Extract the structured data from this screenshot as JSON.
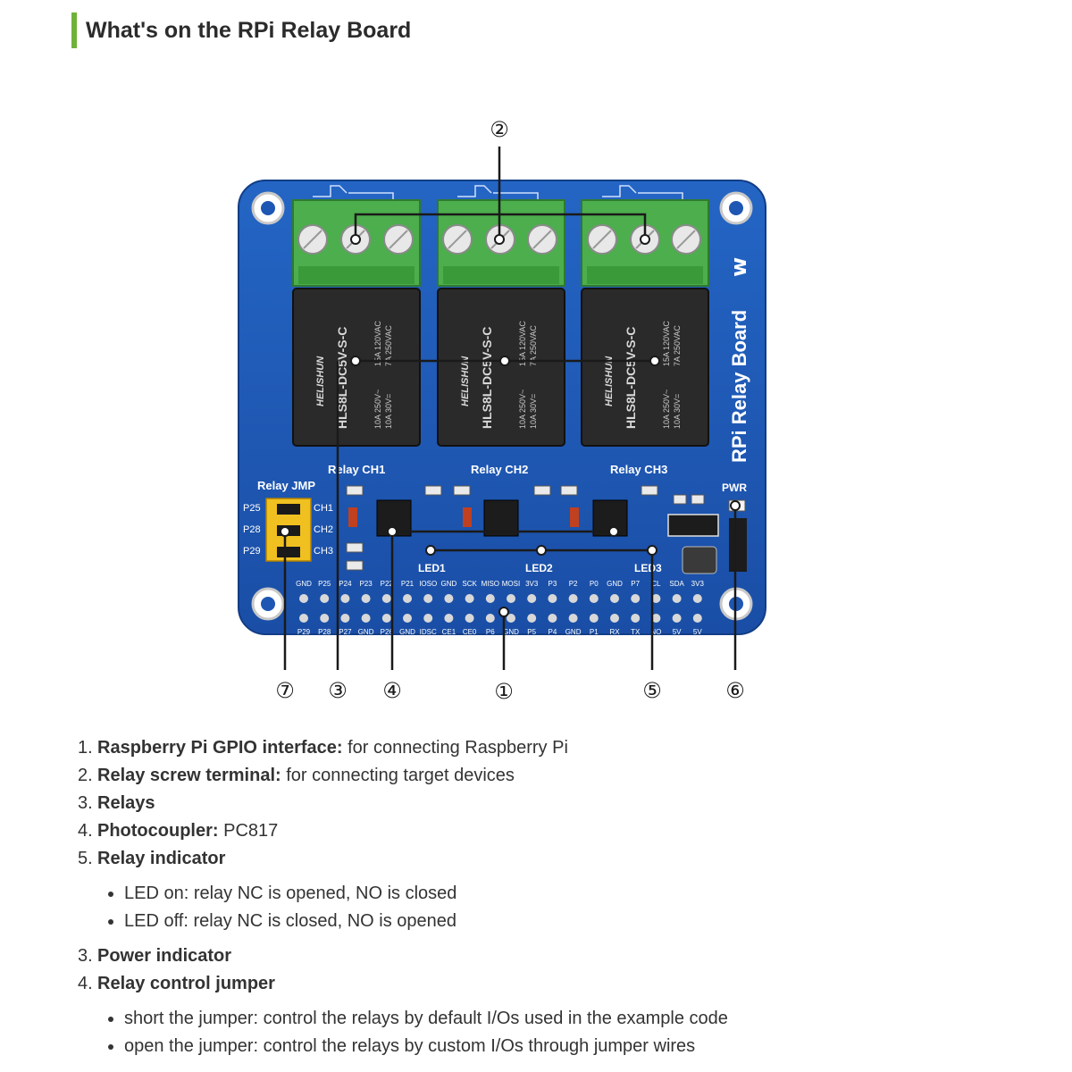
{
  "page": {
    "heading": "What's on the RPi Relay Board"
  },
  "board": {
    "name": "RPi Relay Board",
    "relay_labels": [
      "Relay CH1",
      "Relay CH2",
      "Relay CH3"
    ],
    "relay_model": "HLS8L-DC5V-S-C",
    "relay_brand": "HELISHUN",
    "relay_ratings": [
      "15A 120VAC",
      "7A 250VAC",
      "10A 250V~",
      "10A 30V="
    ],
    "jumper_label": "Relay JMP",
    "jumper_pins": [
      "P25",
      "P28",
      "P29"
    ],
    "jumper_channels": [
      "CH1",
      "CH2",
      "CH3"
    ],
    "led_labels": [
      "LED1",
      "LED2",
      "LED3"
    ],
    "pwr_label": "PWR",
    "header_top_pins": [
      "GND",
      "P25",
      "P24",
      "P23",
      "P22",
      "P21",
      "IOSO",
      "GND",
      "SCK",
      "MISO",
      "MOSI",
      "3V3",
      "P3",
      "P2",
      "P0",
      "GND",
      "P7",
      "CL",
      "SDA",
      "3V3"
    ],
    "header_bottom_pins": [
      "P29",
      "P28",
      "P27",
      "GND",
      "P26",
      "GND",
      "IDSC",
      "CE1",
      "CE0",
      "P6",
      "GND",
      "P5",
      "P4",
      "GND",
      "P1",
      "RX",
      "TX",
      "NO",
      "5V",
      "5V"
    ]
  },
  "callouts": [
    "②",
    "⑦",
    "③",
    "④",
    "①",
    "⑤",
    "⑥"
  ],
  "items": [
    {
      "num": "1.",
      "title": "Raspberry Pi GPIO interface:",
      "text": " for connecting Raspberry Pi"
    },
    {
      "num": "2.",
      "title": "Relay screw terminal:",
      "text": " for connecting target devices"
    },
    {
      "num": "3.",
      "title": "Relays",
      "text": ""
    },
    {
      "num": "4.",
      "title": "Photocoupler:",
      "text": " PC817"
    },
    {
      "num": "5.",
      "title": "Relay indicator",
      "text": ""
    },
    {
      "num": "3.",
      "title": "Power indicator",
      "text": ""
    },
    {
      "num": "4.",
      "title": "Relay control jumper",
      "text": ""
    }
  ],
  "indicator_bullets": [
    "LED on: relay NC is opened, NO is closed",
    "LED off: relay NC is closed, NO is opened"
  ],
  "jumper_bullets": [
    "short the jumper: control the relays by default I/Os used in the example code",
    "open the jumper: control the relays by custom I/Os through jumper wires"
  ],
  "colors": {
    "accent_bar": "#6fb23a",
    "board": "#1e56b4",
    "terminal": "#4cae4c",
    "relay": "#2a2a2a",
    "jumper": "#f0c020"
  }
}
